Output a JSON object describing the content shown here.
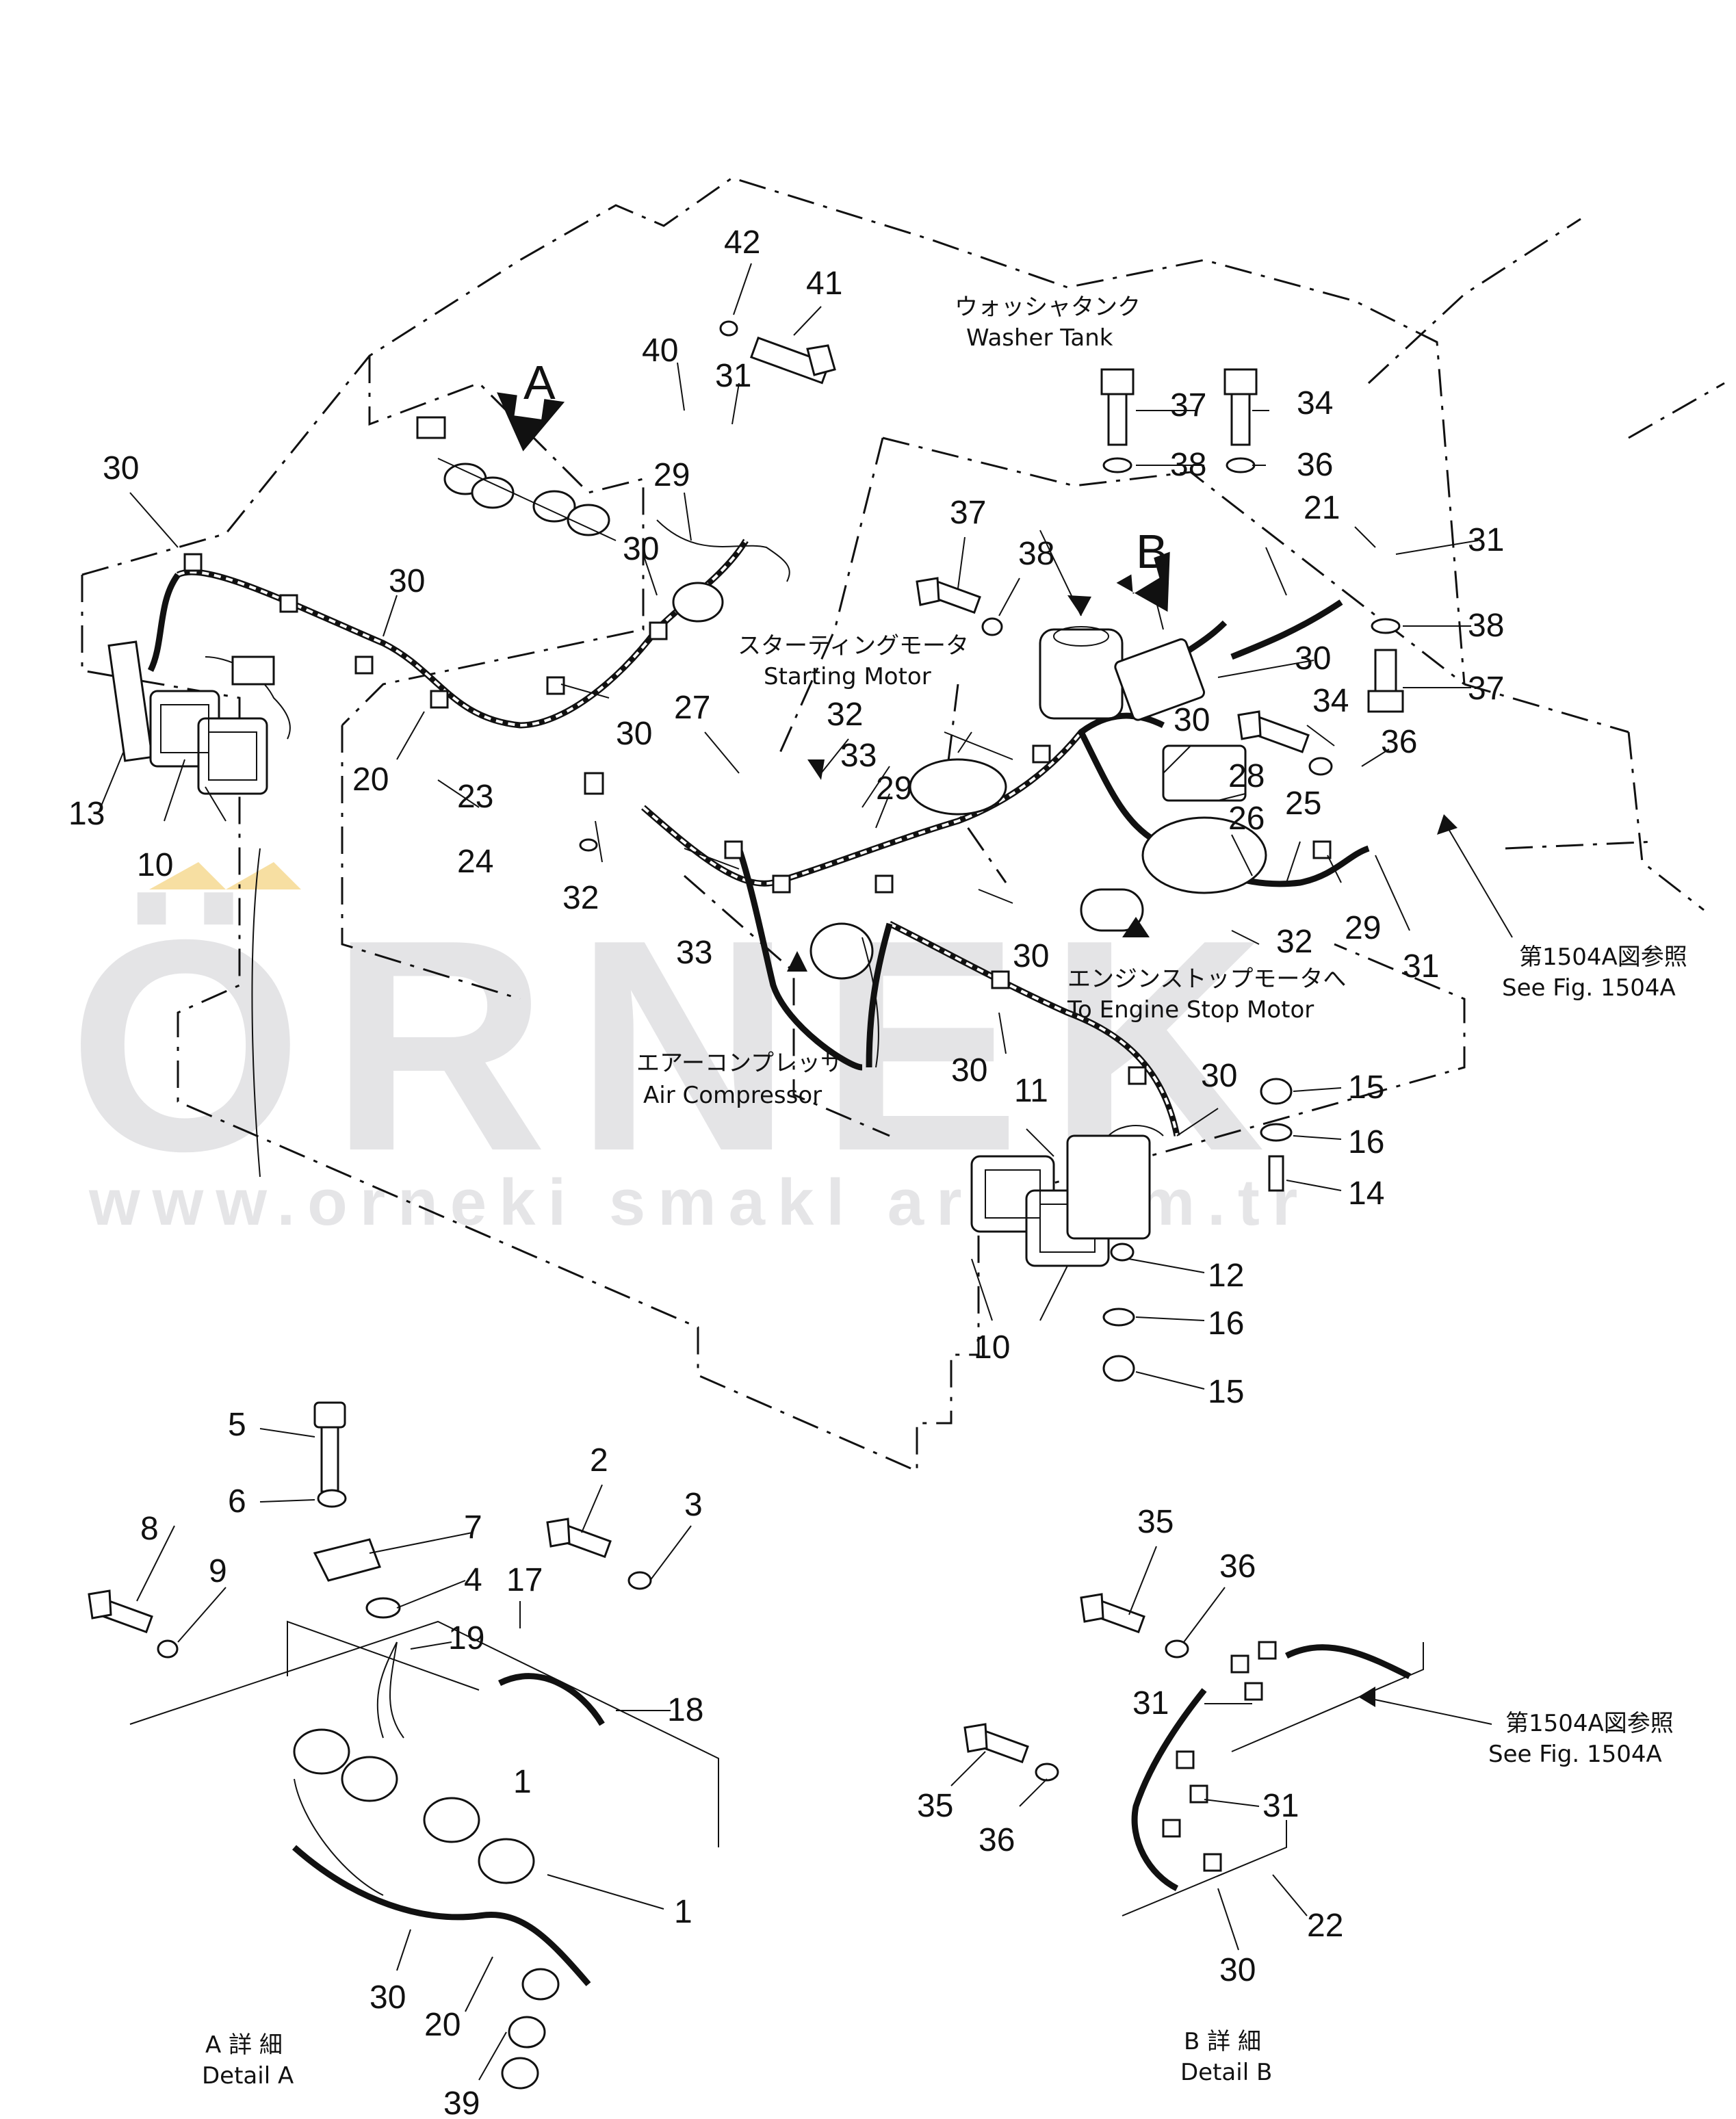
{
  "watermark": {
    "brand": "ÖRNEK",
    "url": "www.orneki smakl  ari.com.tr"
  },
  "detail_markers": {
    "a": "A",
    "b": "B"
  },
  "captions": {
    "washer_tank_jp": "ウォッシャタンク",
    "washer_tank_en": "Washer Tank",
    "starting_motor_jp": "スターティングモータ",
    "starting_motor_en": "Starting Motor",
    "engine_stop_jp": "エンジンストップモータへ",
    "engine_stop_en": "To Engine Stop Motor",
    "air_compressor_jp": "エアーコンプレッサ",
    "air_compressor_en": "Air Compressor",
    "see_fig_jp": "第1504A図参照",
    "see_fig_en": "See Fig. 1504A",
    "detail_a_jp": "A 詳 細",
    "detail_a_en": "Detail A",
    "detail_b_jp": "B 詳 細",
    "detail_b_en": "Detail B"
  },
  "part_numbers": [
    "42",
    "41",
    "40",
    "31",
    "30",
    "29",
    "30",
    "30",
    "30",
    "20",
    "13",
    "10",
    "27",
    "32",
    "33",
    "29",
    "23",
    "24",
    "32",
    "33",
    "37",
    "38",
    "37",
    "38",
    "34",
    "36",
    "21",
    "31",
    "38",
    "37",
    "30",
    "30",
    "34",
    "36",
    "28",
    "26",
    "25",
    "29",
    "31",
    "32",
    "30",
    "30",
    "30",
    "11",
    "15",
    "16",
    "14",
    "12",
    "16",
    "15",
    "10",
    "5",
    "6",
    "8",
    "9",
    "7",
    "4",
    "2",
    "3",
    "17",
    "19",
    "18",
    "1",
    "1",
    "30",
    "20",
    "39",
    "35",
    "36",
    "31",
    "35",
    "36",
    "31",
    "22",
    "30"
  ]
}
